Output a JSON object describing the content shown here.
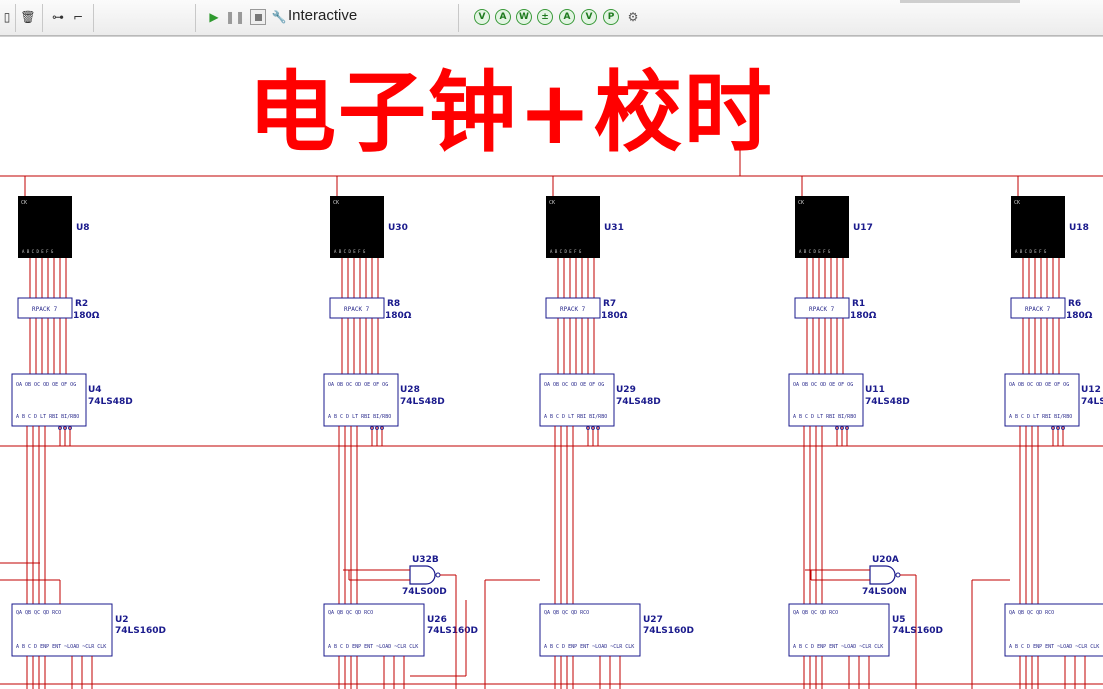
{
  "toolbar": {
    "mode_label": "Interactive",
    "run_icon": "play-icon",
    "pause_icon": "pause-icon",
    "stop_icon": "stop-icon",
    "probe_icons": [
      "V",
      "A",
      "W",
      "±V",
      "A",
      "V",
      "P",
      "gear"
    ]
  },
  "title": "电子钟+校时",
  "colors": {
    "wire": "#c00000",
    "component": "#1a1a8c",
    "display": "#000000",
    "title": "#ff0000",
    "accent_green": "#2f9a2f"
  },
  "columns": [
    {
      "display": "U8",
      "resistor": "R2",
      "resistor_value": "180Ω",
      "decoder": "U4",
      "decoder_part": "74LS48D",
      "counter": "U2",
      "counter_part": "74LS160D"
    },
    {
      "display": "U30",
      "resistor": "R8",
      "resistor_value": "180Ω",
      "decoder": "U28",
      "decoder_part": "74LS48D",
      "counter": "U26",
      "counter_part": "74LS160D"
    },
    {
      "display": "U31",
      "resistor": "R7",
      "resistor_value": "180Ω",
      "decoder": "U29",
      "decoder_part": "74LS48D",
      "counter": "U27",
      "counter_part": "74LS160D"
    },
    {
      "display": "U17",
      "resistor": "R1",
      "resistor_value": "180Ω",
      "decoder": "U11",
      "decoder_part": "74LS48D",
      "counter": "U5",
      "counter_part": "74LS160D"
    },
    {
      "display": "U18",
      "resistor": "R6",
      "resistor_value": "180Ω",
      "decoder": "U12",
      "decoder_part": "74LS",
      "counter": "",
      "counter_part": ""
    }
  ],
  "gates": [
    {
      "ref": "U32B",
      "part": "74LS00D"
    },
    {
      "ref": "U20A",
      "part": "74LS00N"
    }
  ],
  "rpack_label": "RPACK 7",
  "display_pins": "A B C D E F G",
  "display_ck": "CK"
}
